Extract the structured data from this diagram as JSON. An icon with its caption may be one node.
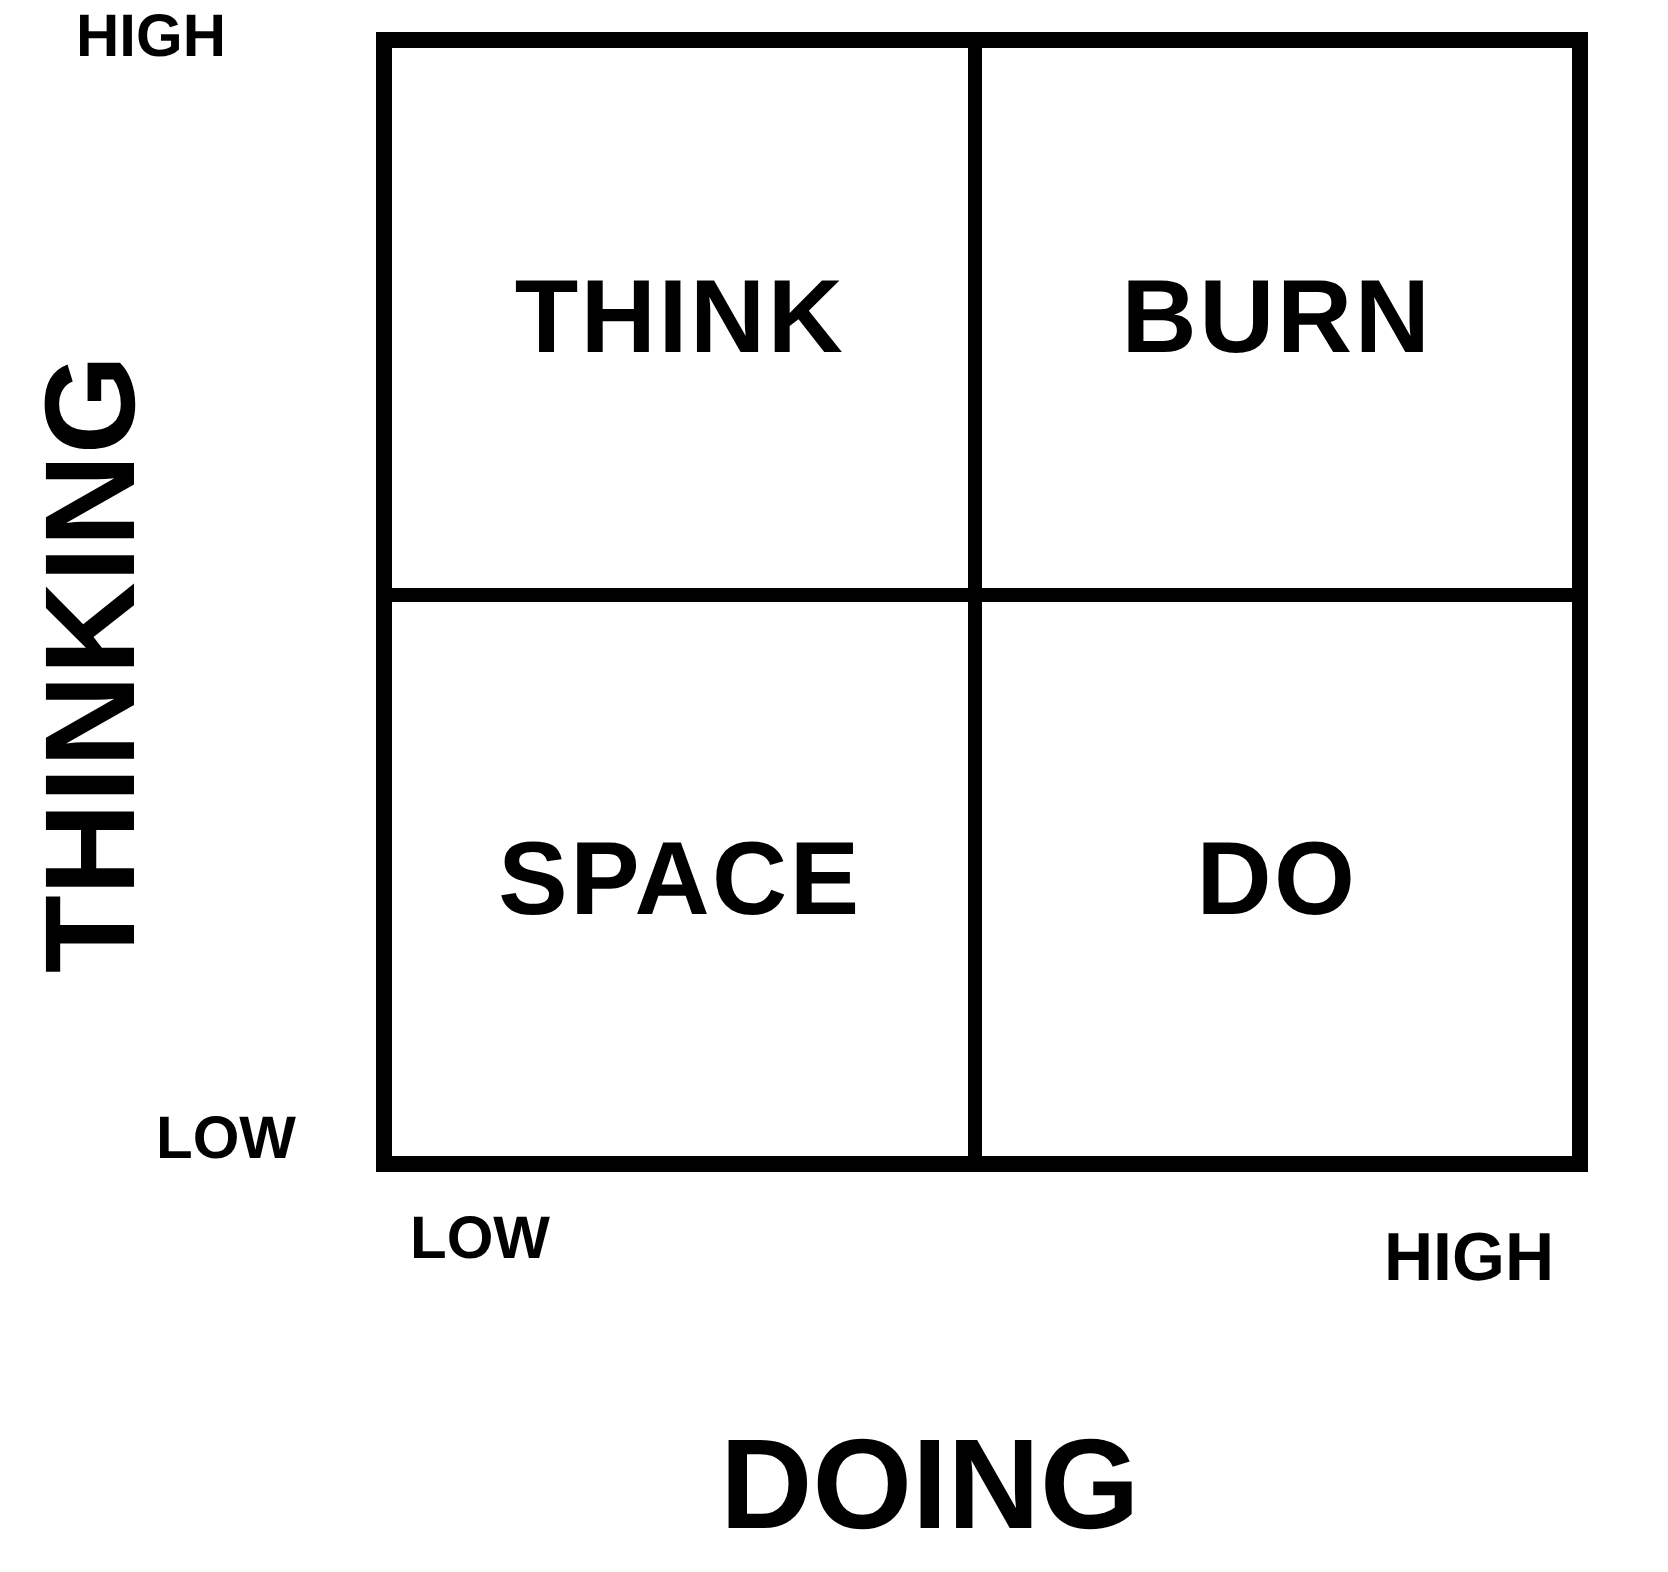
{
  "diagram": {
    "nodes": [
      {
        "text": [
          "THINK"
        ]
      },
      {
        "text": [
          "BURN"
        ]
      },
      {
        "text": [
          "SPACE"
        ]
      },
      {
        "text": [
          "DO"
        ]
      }
    ],
    "labels": [
      "HIGH",
      "THINKING",
      "LOW",
      "LOW",
      "HIGH",
      "DOING"
    ]
  }
}
